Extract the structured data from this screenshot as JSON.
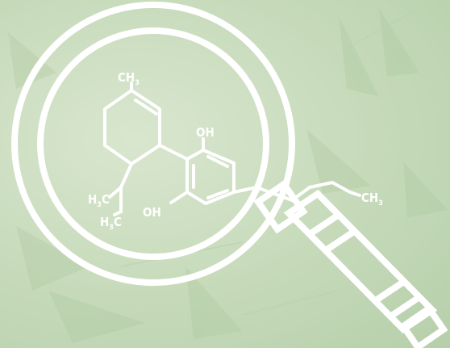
{
  "palette": {
    "background": "#c9dcbd",
    "leaf": "#a9c49b",
    "stroke": "#ffffff"
  },
  "icons": {
    "magnifier": "magnifying-glass-icon",
    "molecule": "cannabinoid-structure"
  },
  "labels": {
    "ch3_top": "CH",
    "ch3_top_sub": "3",
    "oh_top": "OH",
    "h3c_upper": "H",
    "h3c_upper_sub": "3",
    "h3c_upper_c": "C",
    "h3c_lower": "H",
    "h3c_lower_sub": "3",
    "h3c_lower_c": "C",
    "oh_bottom": "OH",
    "ch3_tail": "CH",
    "ch3_tail_sub": "3"
  }
}
